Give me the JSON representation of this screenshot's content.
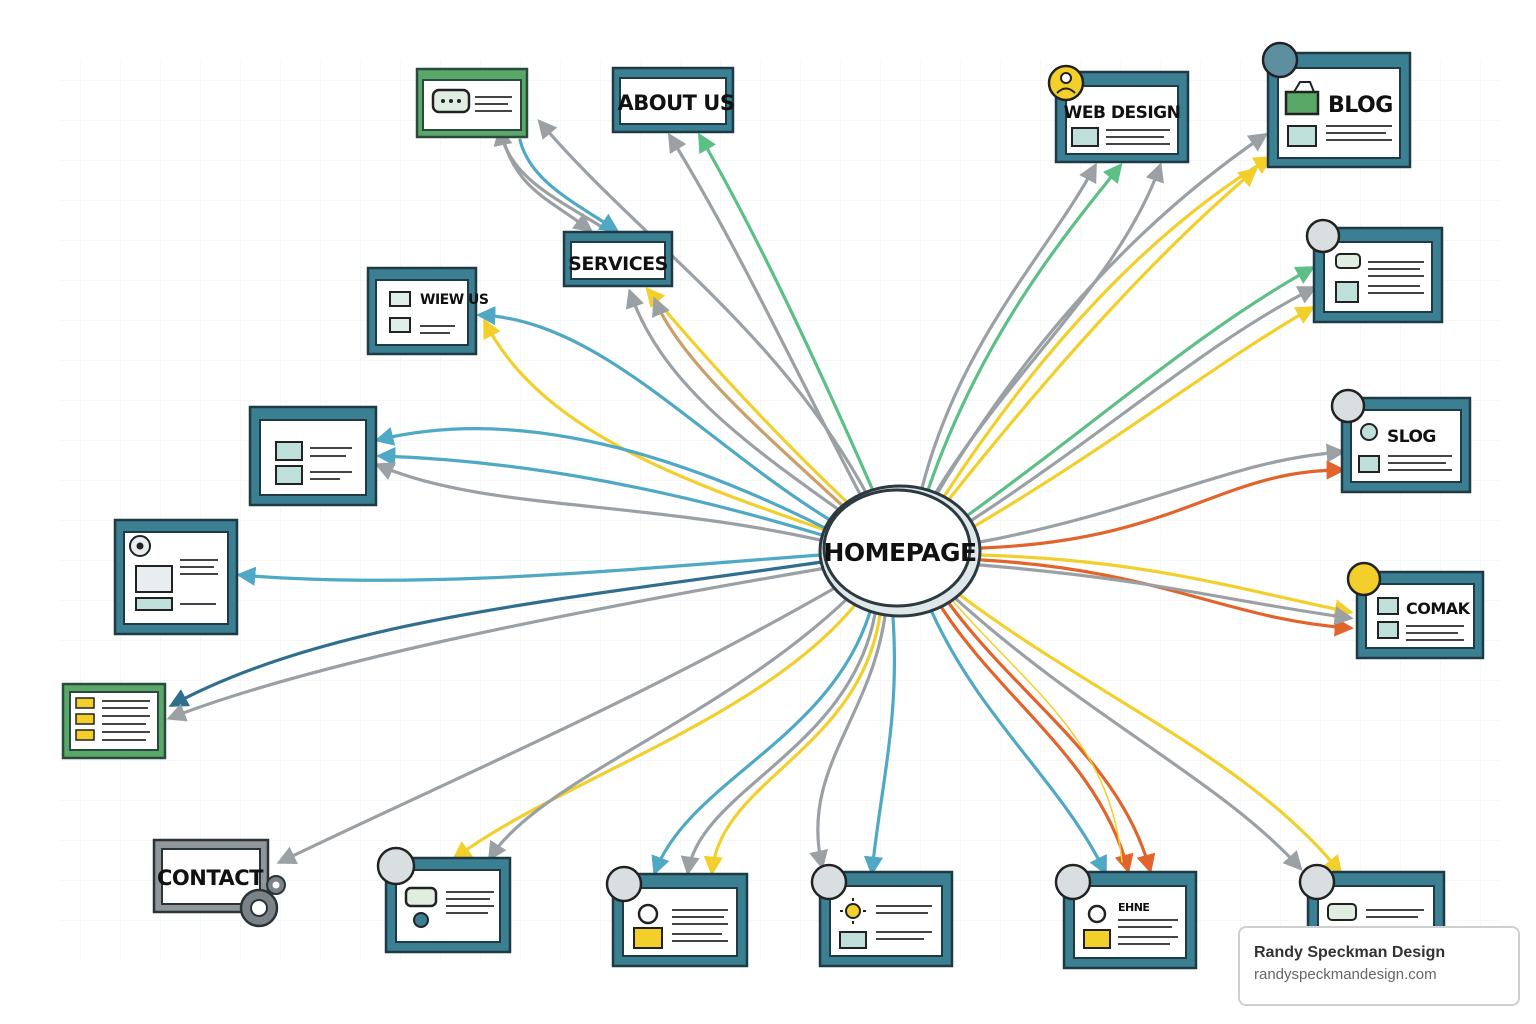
{
  "center": {
    "label": "HOMEPAGE"
  },
  "nodes": [
    {
      "id": "chat-card",
      "label": "",
      "icon": "chat-bubble-icon"
    },
    {
      "id": "about-us",
      "label": "ABOUT US",
      "icon": ""
    },
    {
      "id": "services",
      "label": "SERVICES",
      "icon": ""
    },
    {
      "id": "view-us",
      "label": "WIEW US",
      "icon": "database-icon"
    },
    {
      "id": "page-left-1",
      "label": "",
      "icon": "layout-icon"
    },
    {
      "id": "page-left-2",
      "label": "",
      "icon": "gear-icon"
    },
    {
      "id": "page-left-3",
      "label": "",
      "icon": "list-icon"
    },
    {
      "id": "contact",
      "label": "CONTACT",
      "icon": "gears-icon"
    },
    {
      "id": "page-bottom-1",
      "label": "",
      "icon": "chat-bubble-icon"
    },
    {
      "id": "page-bottom-2",
      "label": "",
      "icon": "user-icon"
    },
    {
      "id": "page-bottom-3",
      "label": "",
      "icon": "sun-icon"
    },
    {
      "id": "page-bottom-4",
      "label": "EHNE",
      "icon": "user-icon"
    },
    {
      "id": "page-bottom-5",
      "label": "",
      "icon": "chat-bubble-icon"
    },
    {
      "id": "comak",
      "label": "COMAK",
      "icon": "document-icon"
    },
    {
      "id": "slog",
      "label": "SLOG",
      "icon": "gear-icon"
    },
    {
      "id": "page-right-1",
      "label": "",
      "icon": "chat-bubble-icon"
    },
    {
      "id": "blog",
      "label": "BLOG",
      "icon": "bag-icon"
    },
    {
      "id": "web-design",
      "label": "WEB DESIGN",
      "icon": "user-icon"
    }
  ],
  "credit": {
    "name": "Randy Speckman Design",
    "url": "randyspeckmandesign.com"
  },
  "colors": {
    "teal": "#4fa8c4",
    "green": "#5cbf86",
    "yellow": "#f2cf2a",
    "gray": "#9aa0a4",
    "orange": "#e2632b",
    "navy": "#2f6e8e",
    "frame": "#3a7f92",
    "frameGreen": "#5aa867"
  }
}
